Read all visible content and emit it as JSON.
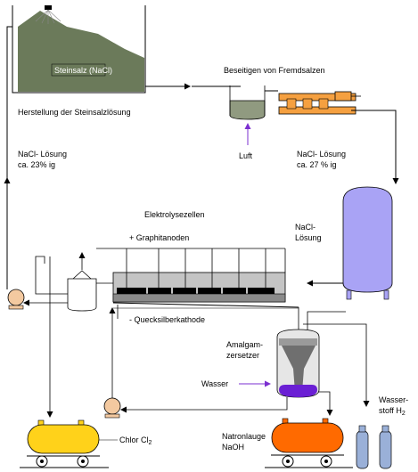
{
  "title": "Elektrolysezellen",
  "labels": {
    "salt_deposit": "Steinsalz (NaCl)",
    "brine_production": "Herstellung der Steinsalzlösung",
    "remove_salts": "Beseitigen von Fremdsalzen",
    "air": "Luft",
    "brine_23": "NaCl- Lösung",
    "brine_23_conc": "ca. 23% ig",
    "brine_27": "NaCl- Lösung",
    "brine_27_conc": "ca. 27 % ig",
    "tank_brine_1": "NaCl-",
    "tank_brine_2": "Lösung",
    "graphite_anodes": "+ Graphitanoden",
    "mercury_cathode": "- Quecksilberkathode",
    "amalgam_1": "Amalgam-",
    "amalgam_2": "zersetzer",
    "water": "Wasser",
    "hydrogen_1": "Wasser-",
    "hydrogen_2": "stoff H",
    "hydrogen_sub": "2",
    "chlorine": "Chlor Cl",
    "chlorine_sub": "2",
    "naoh_1": "Natronlauge",
    "naoh_2": "NaOH"
  },
  "colors": {
    "salt": "#6b7a5a",
    "brine_tank": "#a9a3f5",
    "chlorine_tank": "#ffd21a",
    "naoh_tank": "#ff6a00",
    "cylinder": "#9ab0d8",
    "arrow_violet": "#7b2fd0",
    "mercury": "#6a1fd4",
    "pump": "#f3c9a0"
  }
}
